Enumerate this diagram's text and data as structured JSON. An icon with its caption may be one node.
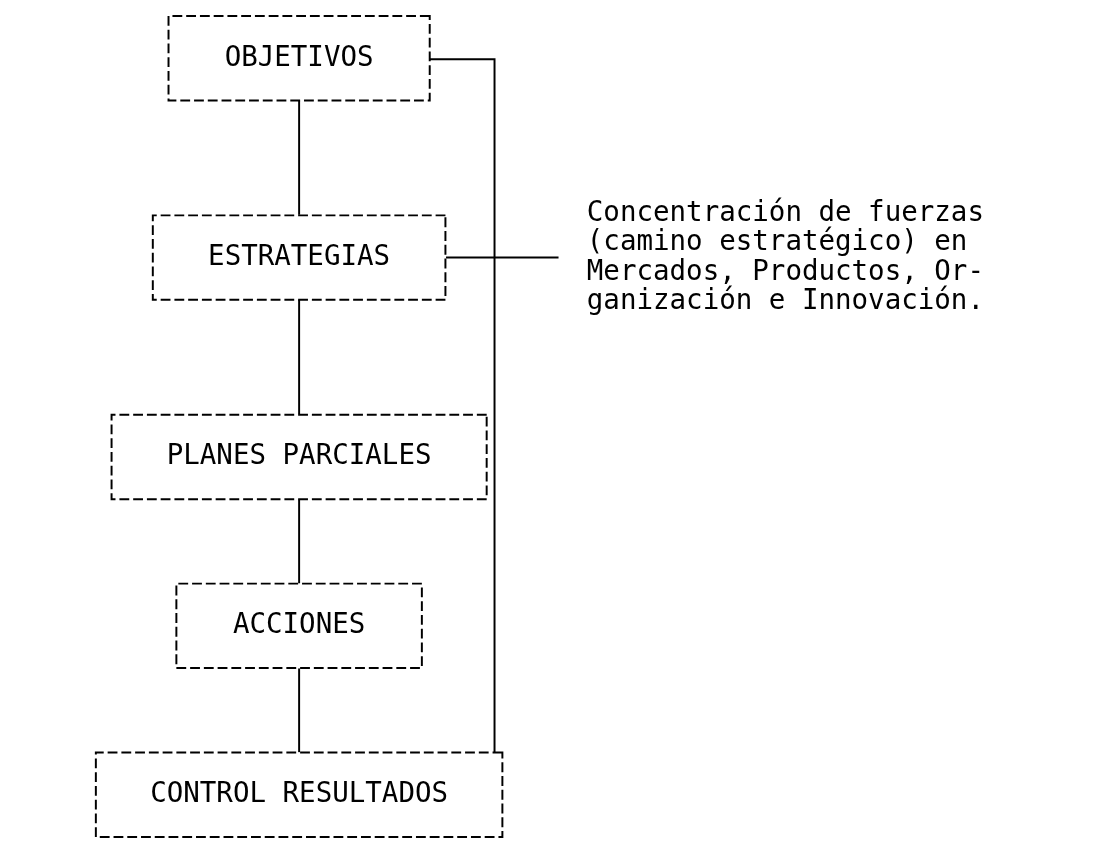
{
  "diagram": {
    "nodes": [
      {
        "text": [
          "OBJETIVOS"
        ]
      },
      {
        "text": [
          "ESTRATEGIAS"
        ]
      },
      {
        "text": [
          "PLANES PARCIALES"
        ]
      },
      {
        "text": [
          "ACCIONES"
        ]
      },
      {
        "text": [
          "CONTROL RESULTADOS"
        ]
      },
      {
        "text": [
          "Concentración de fuerzas (camino estratégico) en Mercados, Productos, Or- ganización e Innovación."
        ]
      }
    ],
    "edges": [
      {
        "from": 0,
        "to": 1,
        "arrow": "none"
      },
      {
        "from": 1,
        "to": 2,
        "arrow": "none"
      },
      {
        "from": 2,
        "to": 3,
        "arrow": "none"
      },
      {
        "from": 3,
        "to": 4,
        "arrow": "none"
      },
      {
        "from": 1,
        "to": 5,
        "arrow": "none"
      },
      {
        "from": 4,
        "to": 0,
        "arrow": "none"
      }
    ]
  }
}
